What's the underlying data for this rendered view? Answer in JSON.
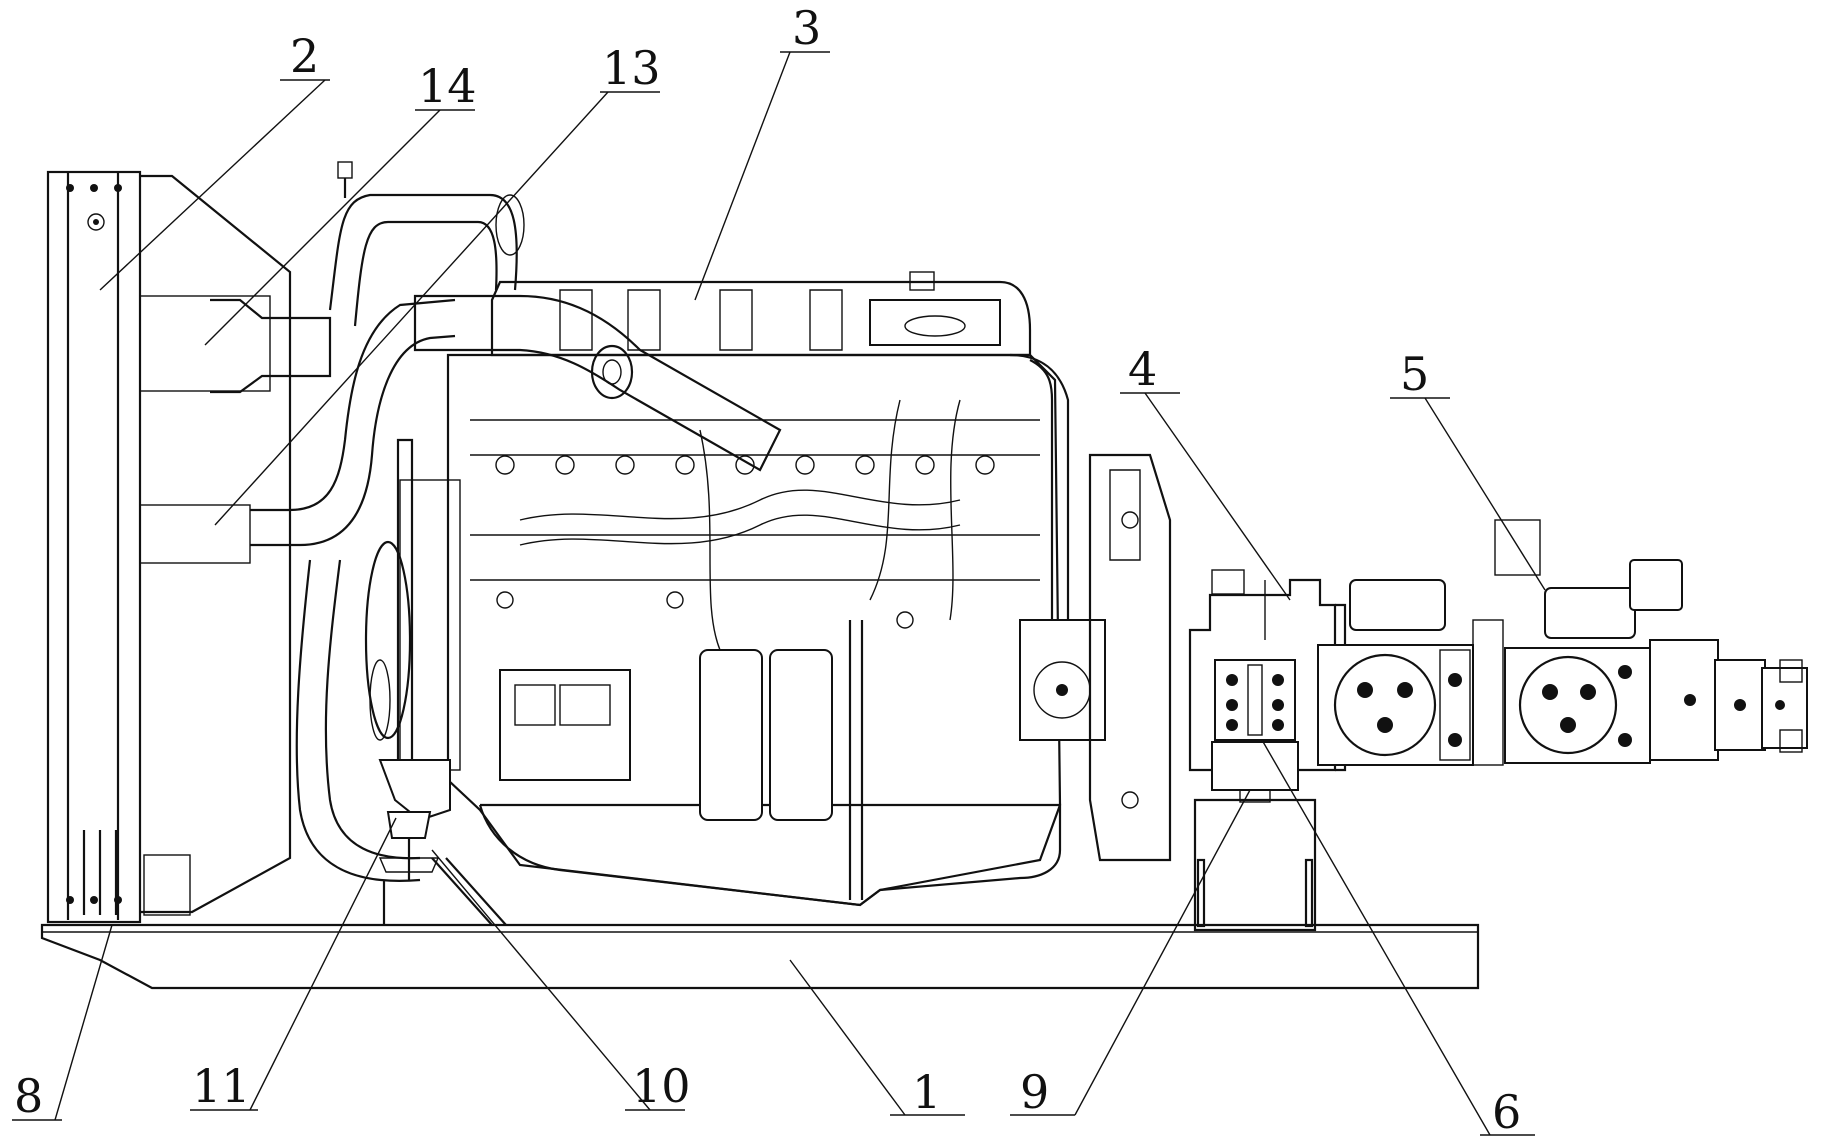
{
  "figure": {
    "callouts": [
      {
        "id": "1",
        "label": "1"
      },
      {
        "id": "2",
        "label": "2"
      },
      {
        "id": "3",
        "label": "3"
      },
      {
        "id": "4",
        "label": "4"
      },
      {
        "id": "5",
        "label": "5"
      },
      {
        "id": "6",
        "label": "6"
      },
      {
        "id": "8",
        "label": "8"
      },
      {
        "id": "9",
        "label": "9"
      },
      {
        "id": "10",
        "label": "10"
      },
      {
        "id": "11",
        "label": "11"
      },
      {
        "id": "13",
        "label": "13"
      },
      {
        "id": "14",
        "label": "14"
      }
    ]
  }
}
